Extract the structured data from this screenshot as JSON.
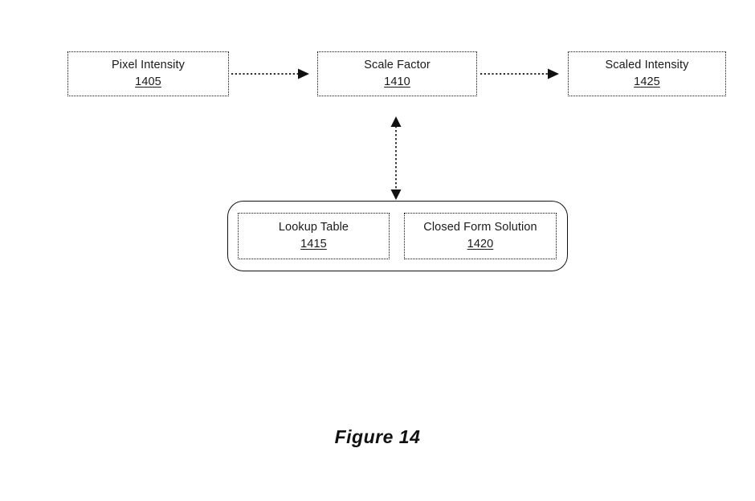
{
  "figure": {
    "caption": "Figure 14"
  },
  "nodes": {
    "pixel_intensity": {
      "title": "Pixel Intensity",
      "ref": "1405"
    },
    "scale_factor": {
      "title": "Scale Factor",
      "ref": "1410"
    },
    "scaled_intensity": {
      "title": "Scaled Intensity",
      "ref": "1425"
    },
    "lookup_table": {
      "title": "Lookup Table",
      "ref": "1415"
    },
    "closed_form": {
      "title": "Closed Form Solution",
      "ref": "1420"
    }
  },
  "connectors": [
    {
      "name": "pixel-to-scale",
      "from": "pixel_intensity",
      "to": "scale_factor",
      "style": "dotted",
      "arrows": "forward"
    },
    {
      "name": "scale-to-scaled",
      "from": "scale_factor",
      "to": "scaled_intensity",
      "style": "dotted",
      "arrows": "forward"
    },
    {
      "name": "scale-to-methods",
      "from": "scale_factor",
      "to": "methods_group",
      "style": "dotted",
      "arrows": "both"
    }
  ],
  "groups": {
    "methods_group": {
      "members": [
        "lookup_table",
        "closed_form"
      ],
      "border": "solid-rounded"
    }
  },
  "colors": {
    "stroke": "#111111",
    "background": "#ffffff",
    "text": "#1a1a1a"
  }
}
